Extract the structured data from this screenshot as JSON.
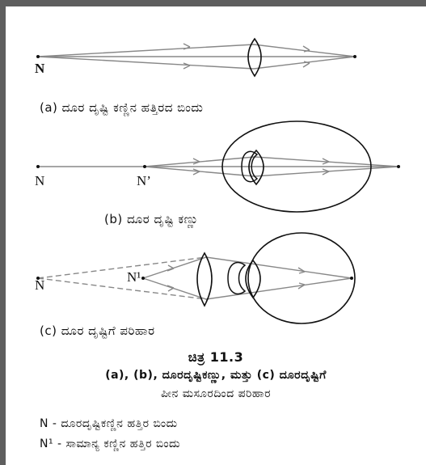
{
  "diagram": {
    "point_labels": {
      "a_n": "N",
      "b_n": "N",
      "b_n_prime": "N’",
      "c_n": "N",
      "c_n1": "N¹"
    },
    "captions": {
      "a": "(a) ದೂರ ದೃಷ್ಟಿ ಕಣ್ಣಿನ ಹತ್ತಿರದ ಬಿಂದು",
      "b": "(b) ದೂರ ದೃಷ್ಟಿ ಕಣ್ಣು",
      "c": "(c) ದೂರ ದೃಷ್ಟಿಗೆ ಪರಿಹಾರ"
    },
    "figure_title": "ಚಿತ್ರ 11.3",
    "figure_caption_line1": "(a), (b), ದೂರದೃಷ್ಟಿಕಣ್ಣು, ಮತ್ತು (c) ದೂರದೃಷ್ಟಿಗೆ",
    "figure_caption_line2": "ಪೀನ ಮಸೂರದಿಂದ ಪರಿಹಾರ",
    "legend": [
      "N - ದೂರದೃಷ್ಟಿಕಣ್ಣಿನ ಹತ್ತಿರ ಬಿಂದು",
      "N¹ - ಸಾಮಾನ್ಯ ಕಣ್ಣಿನ ಹತ್ತಿರ ಬಿಂದು"
    ],
    "colors": {
      "ray": "#888888",
      "outline": "#111111",
      "background": "#ffffff",
      "border": "#5e5e5e"
    }
  }
}
